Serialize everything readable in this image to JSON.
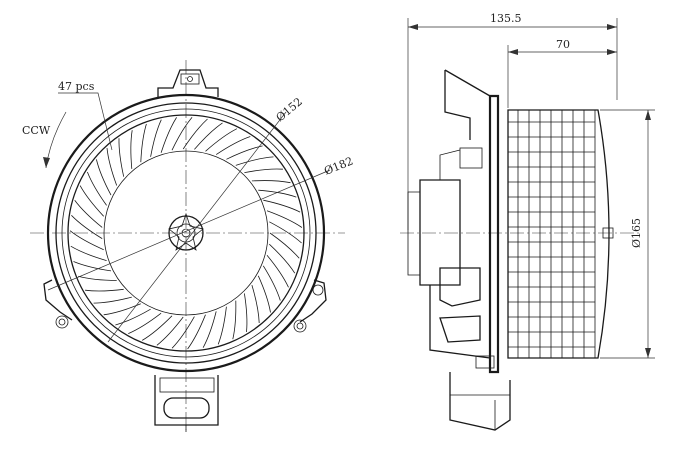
{
  "front_view": {
    "blade_count_label": "47 pcs",
    "rotation_label": "CCW",
    "diameter_inner_label": "Ø152",
    "diameter_outer_label": "Ø182"
  },
  "side_view": {
    "overall_length_label": "135.5",
    "wheel_length_label": "70",
    "wheel_diameter_label": "Ø165"
  }
}
